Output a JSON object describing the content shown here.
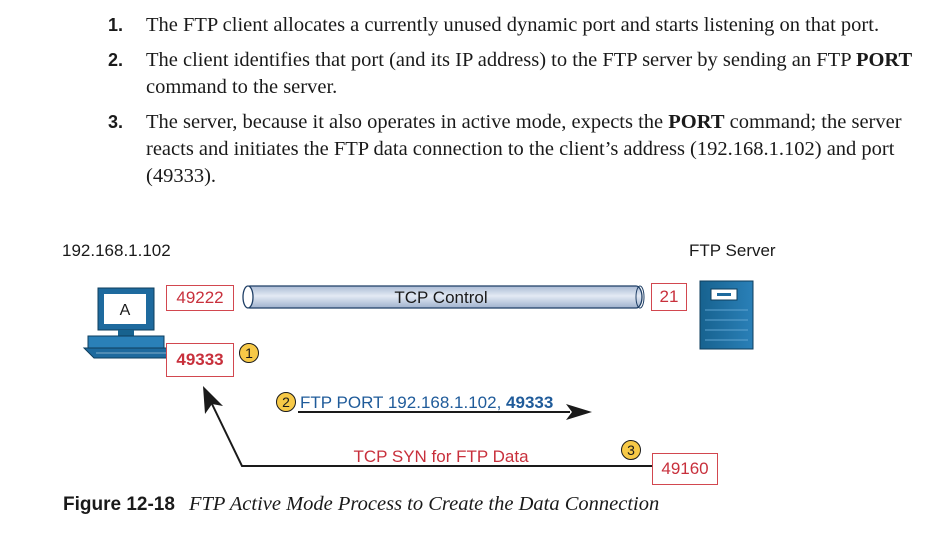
{
  "steps": [
    {
      "num": "1.",
      "parts": [
        {
          "t": "The FTP client allocates a currently unused dynamic port and starts listening on that port.",
          "b": false
        }
      ]
    },
    {
      "num": "2.",
      "parts": [
        {
          "t": "The client identifies that port (and its IP address) to the FTP server by sending an FTP ",
          "b": false
        },
        {
          "t": "PORT",
          "b": true
        },
        {
          "t": " command to the server.",
          "b": false
        }
      ]
    },
    {
      "num": "3.",
      "parts": [
        {
          "t": "The server, because it also operates in active mode, expects the ",
          "b": false
        },
        {
          "t": "PORT",
          "b": true
        },
        {
          "t": " command; the server reacts and initiates the FTP data connection to the client’s address (192.168.1.102) and port (49333).",
          "b": false
        }
      ]
    }
  ],
  "diagram": {
    "client_ip": "192.168.1.102",
    "client_pc_label": "A",
    "server_label": "FTP Server",
    "tunnel_label": "TCP Control",
    "client_control_port": "49222",
    "client_data_port": "49333",
    "server_control_port": "21",
    "server_data_port": "49160",
    "step_badges": [
      "1",
      "2",
      "3"
    ],
    "port_message_prefix": "FTP PORT 192.168.1.102, ",
    "port_message_port": "49333",
    "syn_message": "TCP SYN for FTP Data",
    "colors": {
      "port_border": "#d2474f",
      "port_text": "#c8303c",
      "message_blue": "#1f5b9a",
      "syn_red": "#c8303c",
      "badge_fill": "#f7c947",
      "computer_blue": "#1e6a9e",
      "tunnel_fill": "#c5d3e6"
    }
  },
  "caption": {
    "number": "Figure 12-18",
    "title": "FTP Active Mode Process to Create the Data Connection"
  }
}
